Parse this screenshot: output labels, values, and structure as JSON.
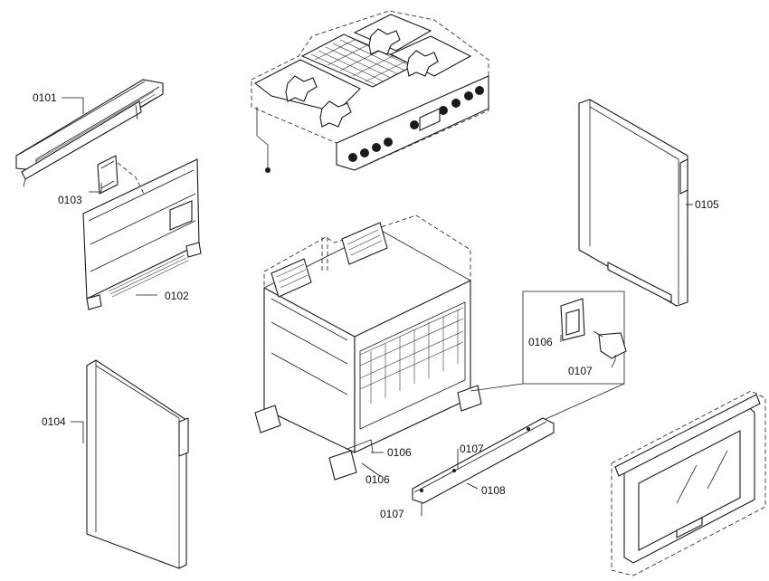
{
  "labels": {
    "p0101": "0101",
    "p0102": "0102",
    "p0103": "0103",
    "p0104": "0104",
    "p0105": "0105",
    "p0106a": "0106",
    "p0106b": "0106",
    "p0106c": "0106",
    "p0107a": "0107",
    "p0107b": "0107",
    "p0107c": "0107",
    "p0108": "0108"
  },
  "colors": {
    "line": "#1a1a1a",
    "background": "#ffffff"
  }
}
